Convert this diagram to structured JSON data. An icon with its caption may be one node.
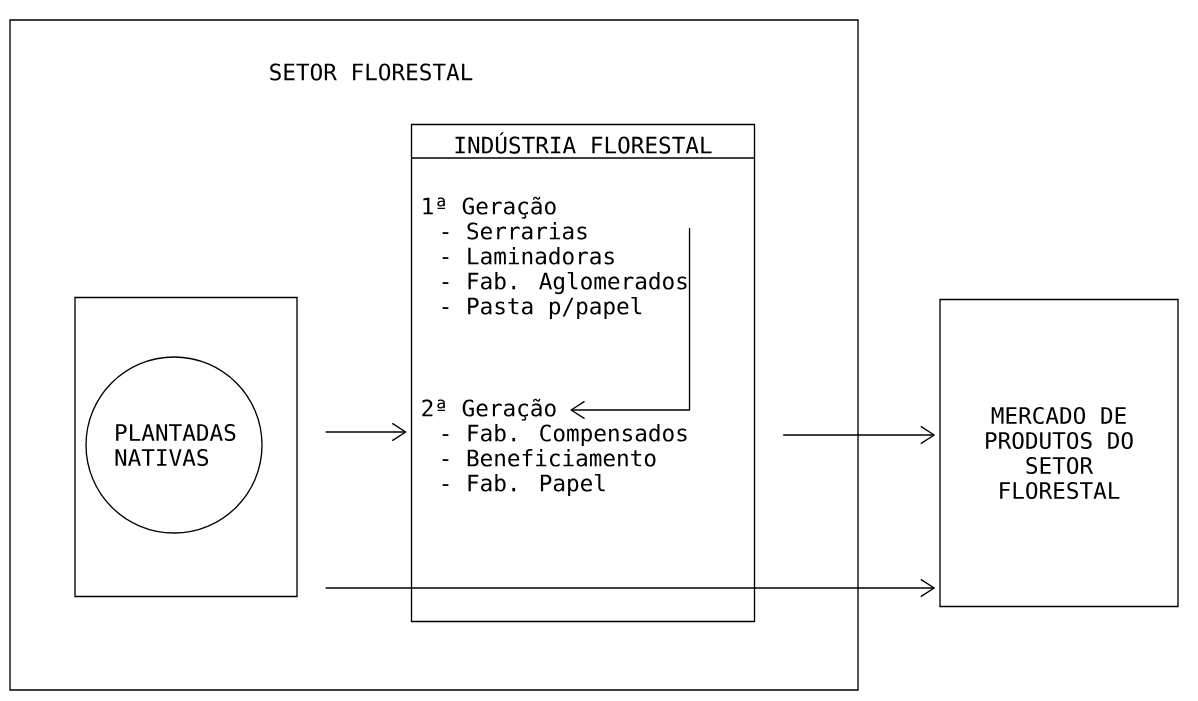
{
  "diagram": {
    "nodes": [
      {
        "text": [
          "SETOR FLORESTAL"
        ]
      },
      {
        "text": [],
        "shape": "box",
        "in": 0
      },
      {
        "text": [
          "PLANTADAS NATIVAS"
        ],
        "in": 1
      },
      {
        "text": [
          "INDÚSTRIA FLORESTAL"
        ],
        "in": 0
      },
      {
        "text": [
          "1ª Geração",
          "- Serrarias",
          "- Laminadoras",
          "- Fab. Aglomerados",
          "- Pasta p/papel"
        ],
        "in": 3
      },
      {
        "text": [
          "2ª Geração",
          "- Fab. Compensados",
          "- Beneficiamento",
          "- Fab. Papel"
        ],
        "in": 3
      },
      {
        "text": [
          "MERCADO DE PRODUTOS DO SETOR FLORESTAL"
        ]
      }
    ],
    "edges": [
      {
        "from": 1,
        "to": 3,
        "arrow": "to"
      },
      {
        "from": 3,
        "to": 6,
        "arrow": "to"
      },
      {
        "from": 1,
        "to": 6,
        "arrow": "to"
      },
      {
        "from": 4,
        "to": 5,
        "arrow": "to"
      }
    ]
  }
}
